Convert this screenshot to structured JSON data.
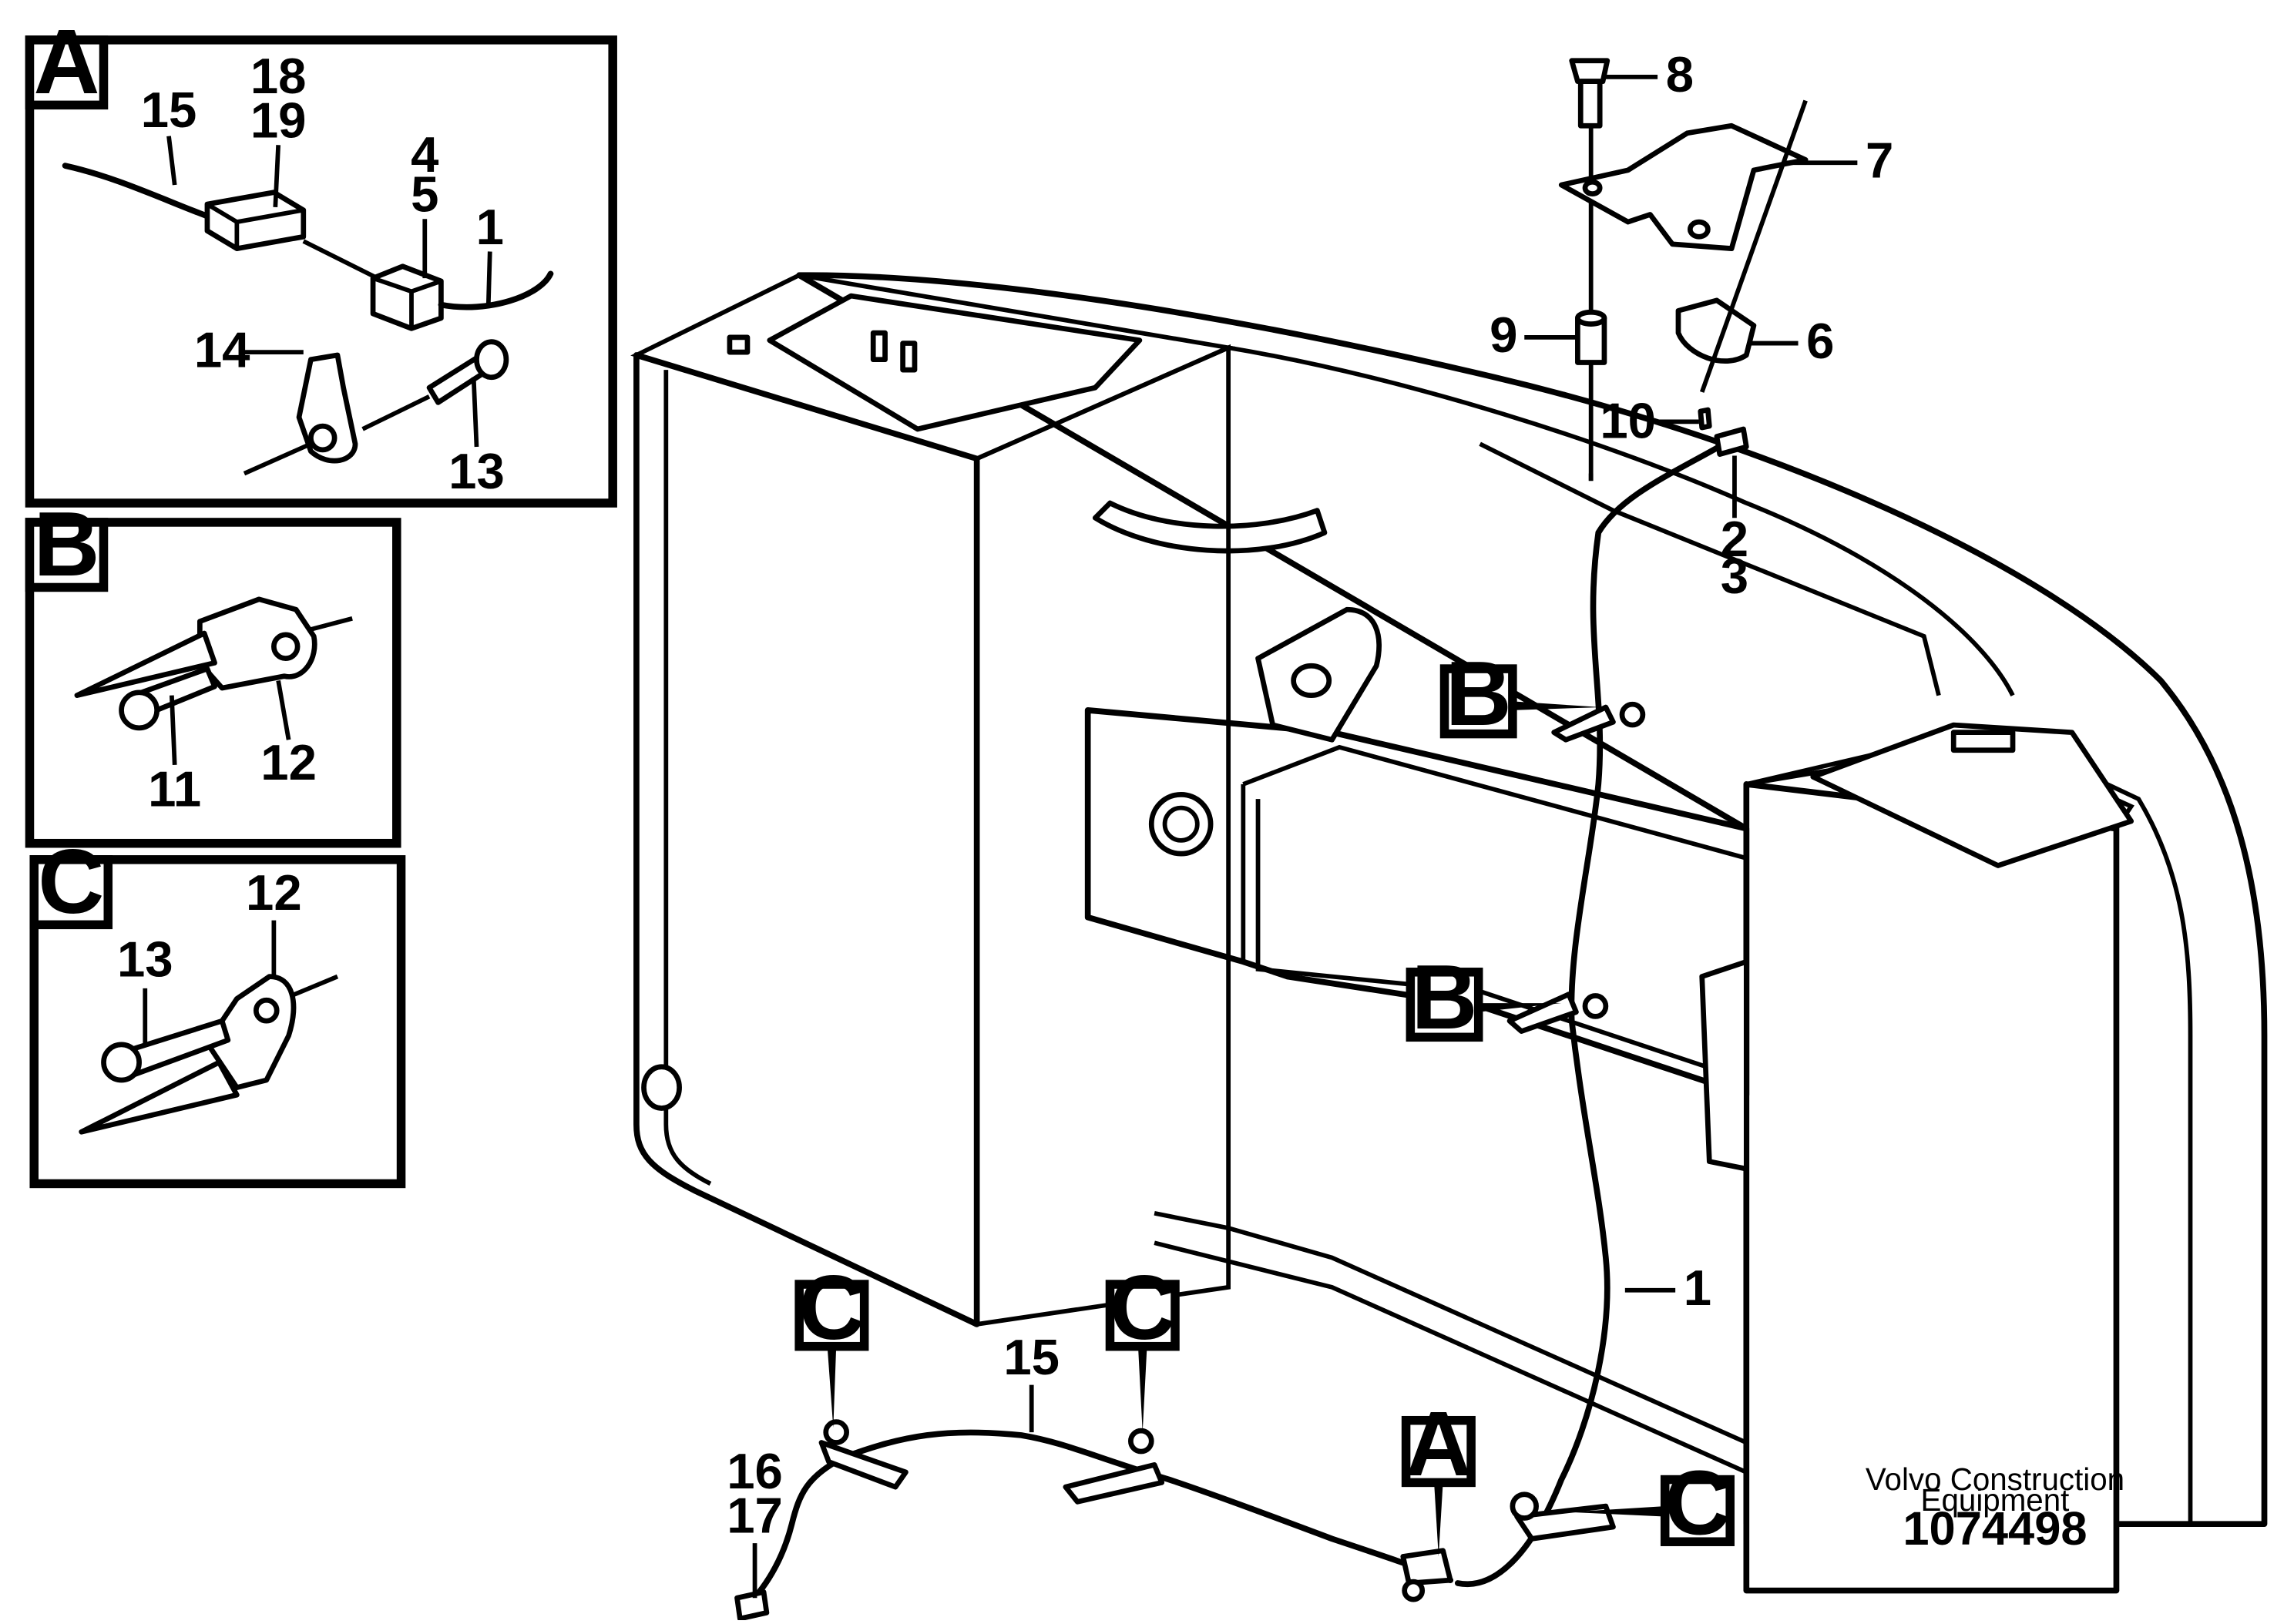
{
  "figure": {
    "brand_line1": "Volvo Construction",
    "brand_line2": "Equipment",
    "doc_number": "1074498"
  },
  "detail_boxes": {
    "a": "A",
    "b": "B",
    "c": "C"
  },
  "callouts": {
    "a": "A",
    "b": "B",
    "c": "C"
  },
  "labels": {
    "n1": "1",
    "n2": "2",
    "n3": "3",
    "n4": "4",
    "n5": "5",
    "n6": "6",
    "n7": "7",
    "n8": "8",
    "n9": "9",
    "n10": "10",
    "n11": "11",
    "n12": "12",
    "n13": "13",
    "n14": "14",
    "n15": "15",
    "n16": "16",
    "n17": "17",
    "n18": "18",
    "n19": "19"
  }
}
